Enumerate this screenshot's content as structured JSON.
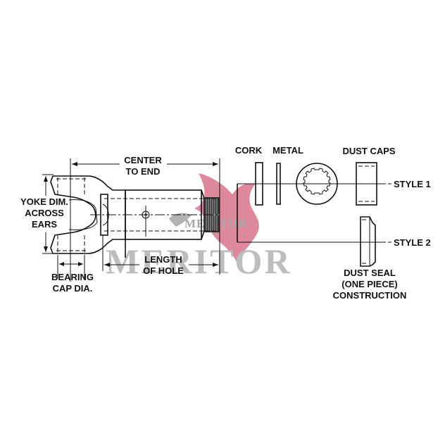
{
  "diagram": {
    "subject": "End yoke and spline seal components",
    "watermark": {
      "brand": "MERITOR",
      "logo_color": "#d4627a",
      "text_color": "#bdbdbd"
    },
    "dimension_labels": {
      "center_to_end_line1": "CENTER",
      "center_to_end_line2": "TO END",
      "yoke_dim_line1": "YOKE DIM.",
      "yoke_dim_line2": "ACROSS",
      "yoke_dim_line3": "EARS",
      "bearing_cap_line1": "BEARING",
      "bearing_cap_line2": "CAP DIA.",
      "length_of_hole_line1": "LENGTH",
      "length_of_hole_line2": "OF HOLE"
    },
    "component_labels": {
      "cork": "CORK",
      "metal": "METAL",
      "dust_caps": "DUST CAPS",
      "dust_seal_line1": "DUST SEAL",
      "dust_seal_line2": "(ONE PIECE)",
      "dust_seal_line3": "CONSTRUCTION"
    },
    "style_labels": {
      "style1": "STYLE 1",
      "style2": "STYLE 2"
    }
  }
}
